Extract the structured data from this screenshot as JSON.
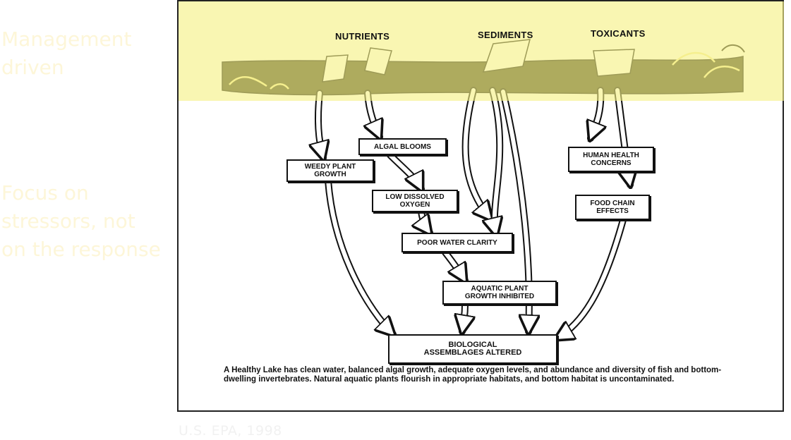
{
  "notes": {
    "management": "Management\ndriven",
    "focus": "Focus on\nstressors,  not\non the response"
  },
  "source": "U.S. EPA, 1998",
  "diagram": {
    "stressors": [
      "NUTRIENTS",
      "SEDIMENTS",
      "TOXICANTS"
    ],
    "boxes": {
      "algal": "ALGAL BLOOMS",
      "weedy": "WEEDY PLANT\nGROWTH",
      "lowdo": "LOW DISSOLVED\nOXYGEN",
      "poor": "POOR WATER CLARITY",
      "aquatic": "AQUATIC PLANT\nGROWTH INHIBITED",
      "bio": "BIOLOGICAL\nASSEMBLAGES ALTERED",
      "human": "HUMAN HEALTH\nCONCERNS",
      "food": "FOOD CHAIN\nEFFECTS"
    },
    "caption_lead": "A Healthy Lake",
    "caption_rest": " has clean water, balanced algal growth, adequate oxygen  levels, and abundance and diversity of fish and bottom-dwelling invertebrates.  Natural aquatic plants flourish in appropriate habitats, and bottom habitat is uncontaminated."
  },
  "colors": {
    "highlight": "#f6f082",
    "ink": "#111111",
    "note_text": "#fdf6d8"
  }
}
